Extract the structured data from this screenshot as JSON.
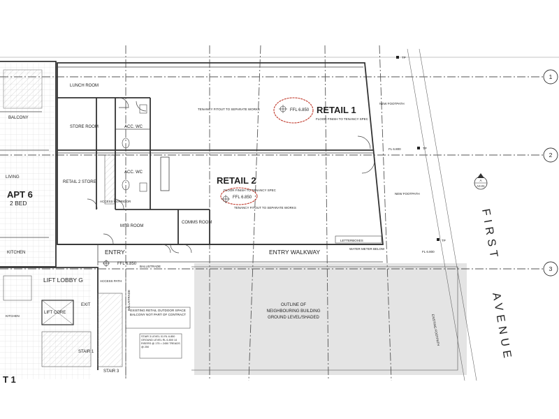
{
  "grid_markers": [
    "1",
    "2",
    "3"
  ],
  "rooms": {
    "retail1": "RETAIL 1",
    "retail2": "RETAIL 2",
    "lunch_room": "LUNCH ROOM",
    "store_room": "STORE ROOM",
    "acc_wc_top": "ACC. WC",
    "acc_wc_bottom": "ACC. WC",
    "retail2_store": "RETAIL 2 STORE",
    "access_corridor": "ACCESS CORRIDOR",
    "msb_room": "MSB ROOM",
    "comms_room": "COMMS ROOM",
    "entry": "ENTRY",
    "entry_walkway": "ENTRY WALKWAY",
    "lift_lobby": "LIFT LOBBY G",
    "lift_core": "LIFT CORE",
    "access_path": "ACCESS PATH",
    "exit": "EXIT",
    "stair1": "STAIR 1",
    "stair3": "STAIR 3",
    "apt6": "APT 6",
    "apt6_beds": "2 BED",
    "living": "LIVING",
    "balcony": "BALCONY",
    "kitchen": "KITCHEN",
    "kitchen2": "KITCHEN",
    "partial_label": "T 1"
  },
  "levels": {
    "retail1_ffl": "FFL 6.850",
    "retail2_ffl": "FFL 6.850",
    "entry_ffl": "FFL 6.850",
    "fl_6800": "FL 6.800",
    "fl_6800b": "FL 6.800"
  },
  "notes": {
    "tenancy_fitout_1": "TENANCY FITOUT TO SEPARATE WORKS",
    "tenancy_fitout_2": "TENANCY FITOUT TO SEPARATE WORKS",
    "floor_finish_1": "FLOOR FINISH TO TENANCY SPEC",
    "floor_finish_2": "FLOOR FINISH TO TENANCY SPEC",
    "new_footpath_1": "NEW FOOTPATH",
    "new_footpath_2": "NEW FOOTPATH",
    "letterboxes": "LETTERBOXES",
    "water_meter": "WATER METER BELOW",
    "balustrade": "BALUSTRADE",
    "balustrade_v": "BALUSTRADE",
    "existing_retail": "EXISTING RETAIL OUTDOOR SPACE BALCONY NOT PART OF CONTRACT",
    "outline_line1": "OUTLINE OF",
    "outline_line2": "NEIGHBOURING BUILDING",
    "outline_line3": "GROUND LEVEL/SHADED",
    "existing_footpath": "EXISTING FOOTPATH",
    "tp1": "TP",
    "tp2": "TP",
    "tp3": "TP",
    "stair_notes": "STAIR 3 LEVEL 01 RL 6.850 GROUND LEVEL RL 6.800 14 RISERS @ 175 = 2450 TREADS @ 250",
    "section_ref_top": "A",
    "section_ref_bottom": "A3.01"
  },
  "street": {
    "first": "FIRST",
    "avenue": "AVENUE"
  }
}
